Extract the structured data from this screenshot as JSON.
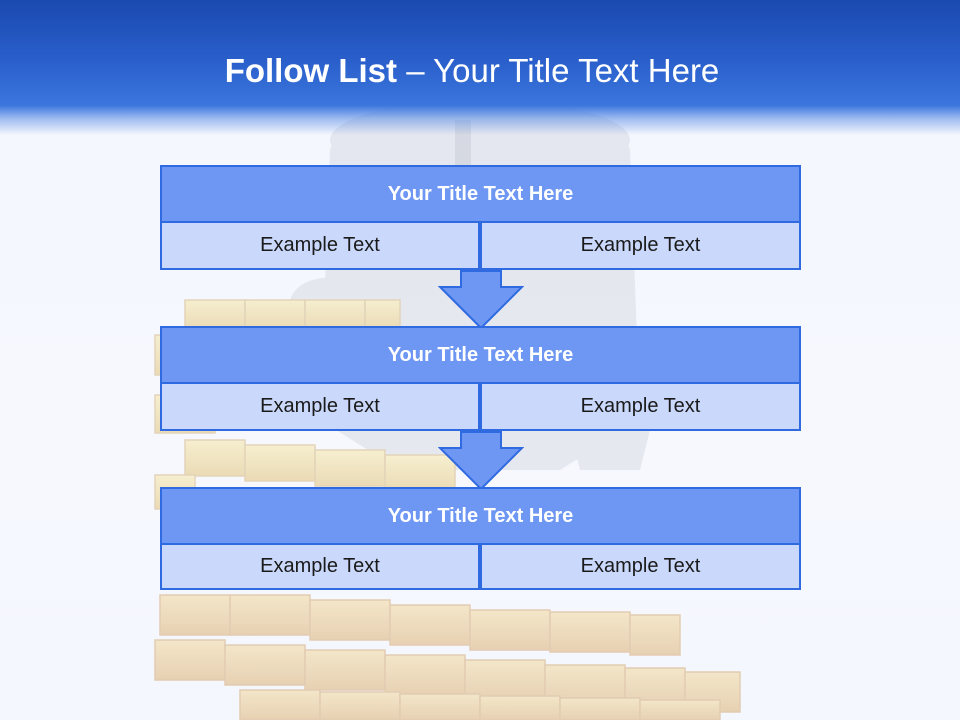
{
  "slide": {
    "title_bold": "Follow List",
    "title_rest": "  – Your Title Text Here"
  },
  "steps": [
    {
      "title": "Your Title Text Here",
      "left": "Example Text",
      "right": "Example Text"
    },
    {
      "title": "Your Title Text Here",
      "left": "Example Text",
      "right": "Example Text"
    },
    {
      "title": "Your Title Text Here",
      "left": "Example Text",
      "right": "Example Text"
    }
  ],
  "colors": {
    "header_blue": "#2a5fcb",
    "panel_title_fill": "#6d97f3",
    "panel_cell_fill": "#c9d8fb",
    "panel_border": "#2f6ae0",
    "arrow_fill": "#6d97f3"
  }
}
